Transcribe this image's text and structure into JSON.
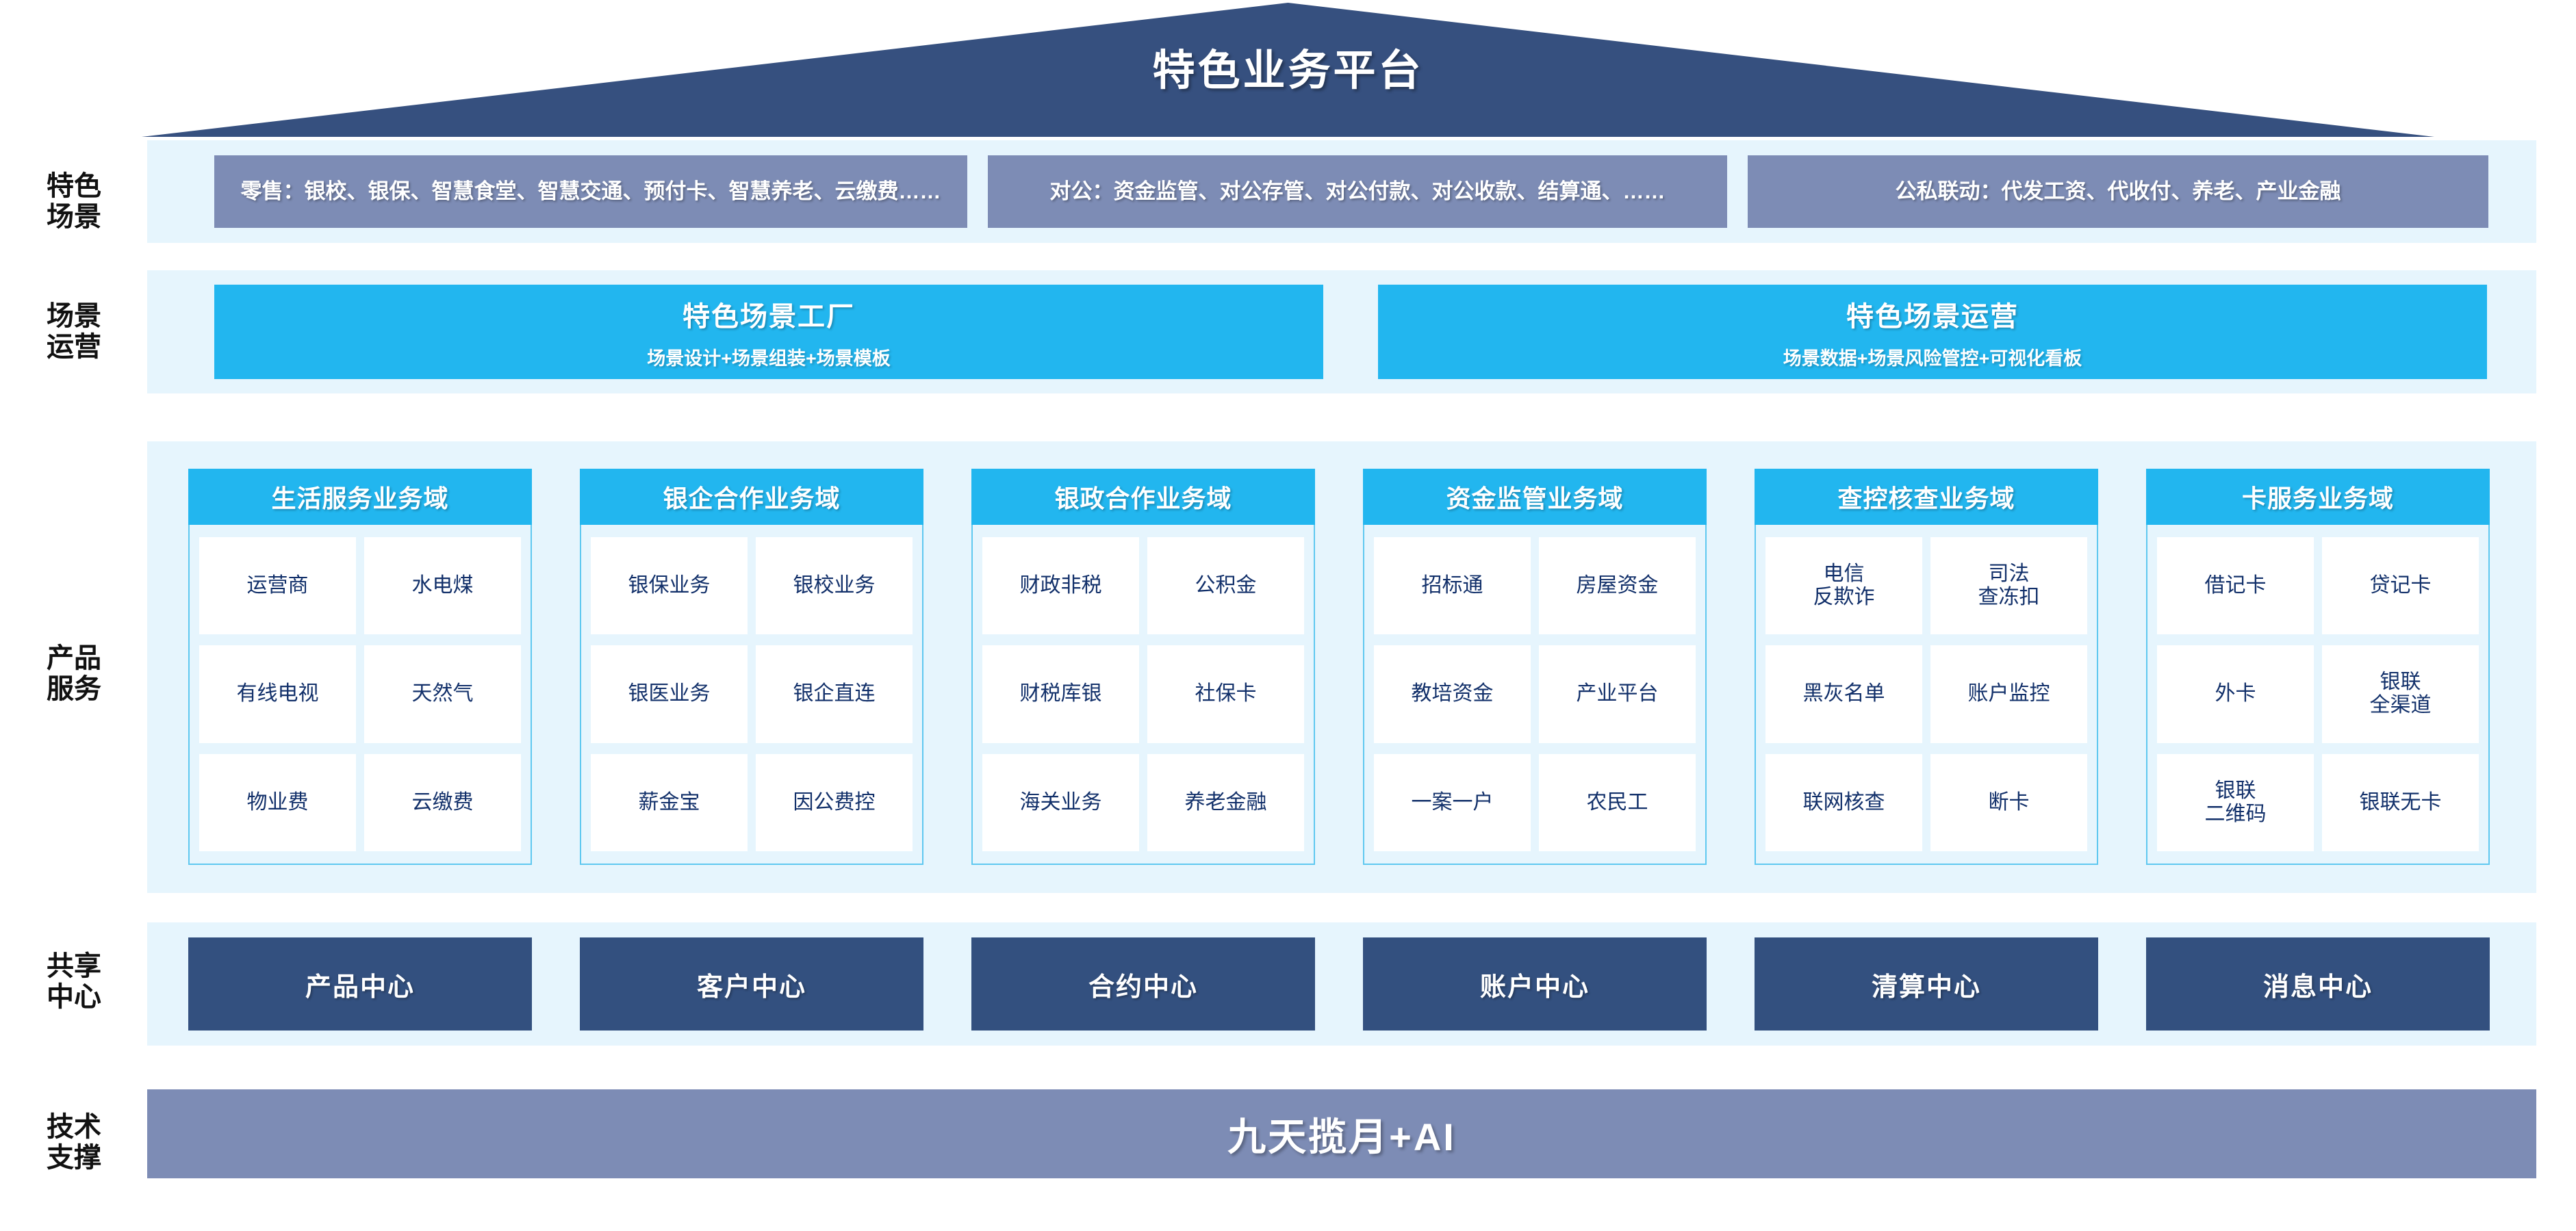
{
  "header": {
    "title": "特色业务平台"
  },
  "row_labels": {
    "scene": "特色\n场景",
    "operation": "场景\n运营",
    "product": "产品\n服务",
    "shared": "共享\n中心",
    "tech": "技术\n支撑"
  },
  "scenarios": [
    {
      "text": "零售：银校、银保、智慧食堂、智慧交通、预付卡、智慧养老、云缴费……"
    },
    {
      "text": "对公：资金监管、对公存管、对公付款、对公收款、结算通、……"
    },
    {
      "text": "公私联动：代发工资、代收付、养老、产业金融"
    }
  ],
  "operation": [
    {
      "title": "特色场景工厂",
      "subtitle": "场景设计+场景组装+场景模板"
    },
    {
      "title": "特色场景运营",
      "subtitle": "场景数据+场景风险管控+可视化看板"
    }
  ],
  "domains": [
    {
      "title": "生活服务业务域",
      "tiles": [
        "运营商",
        "水电煤",
        "有线电视",
        "天然气",
        "物业费",
        "云缴费"
      ]
    },
    {
      "title": "银企合作业务域",
      "tiles": [
        "银保业务",
        "银校业务",
        "银医业务",
        "银企直连",
        "薪金宝",
        "因公费控"
      ]
    },
    {
      "title": "银政合作业务域",
      "tiles": [
        "财政非税",
        "公积金",
        "财税库银",
        "社保卡",
        "海关业务",
        "养老金融"
      ]
    },
    {
      "title": "资金监管业务域",
      "tiles": [
        "招标通",
        "房屋资金",
        "教培资金",
        "产业平台",
        "一案一户",
        "农民工"
      ]
    },
    {
      "title": "查控核查业务域",
      "tiles": [
        "电信\n反欺诈",
        "司法\n查冻扣",
        "黑灰名单",
        "账户监控",
        "联网核查",
        "断卡"
      ]
    },
    {
      "title": "卡服务业务域",
      "tiles": [
        "借记卡",
        "贷记卡",
        "外卡",
        "银联\n全渠道",
        "银联\n二维码",
        "银联无卡"
      ]
    }
  ],
  "shared_centers": [
    {
      "label": "产品中心"
    },
    {
      "label": "客户中心"
    },
    {
      "label": "合约中心"
    },
    {
      "label": "账户中心"
    },
    {
      "label": "清算中心"
    },
    {
      "label": "消息中心"
    }
  ],
  "tech_support": {
    "label": "九天揽月+AI"
  },
  "colors": {
    "roof_navy": "#36507f",
    "band_light_blue": "#e6f5fd",
    "scenario_slate": "#7d8cb5",
    "cyan": "#22b6ef",
    "tile_white": "#ffffff",
    "tile_text_navy": "#12306a",
    "shared_navy": "#33507f",
    "tech_slate": "#7d8cb5"
  }
}
